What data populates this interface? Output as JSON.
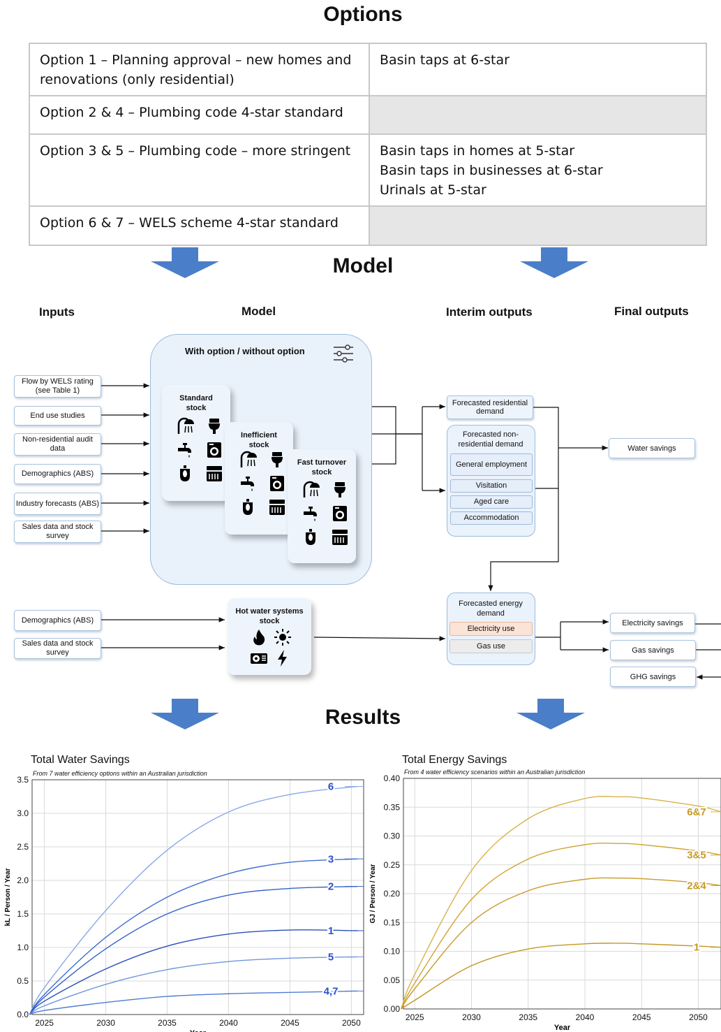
{
  "options": {
    "heading": "Options",
    "rows": [
      {
        "option": "Option 1 – Planning approval – new homes and renovations (only residential)",
        "detail": [
          "Basin taps at 6-star"
        ]
      },
      {
        "option": "Option 2 & 4 – Plumbing code 4-star standard",
        "detail": []
      },
      {
        "option": "Option 3 & 5 – Plumbing code – more stringent",
        "detail": [
          "Basin taps in homes at 5-star",
          "Basin taps in businesses at 6-star",
          "Urinals at 5-star"
        ]
      },
      {
        "option": "Option 6 & 7 – WELS scheme 4-star standard",
        "detail": []
      }
    ]
  },
  "model": {
    "heading": "Model",
    "columns": {
      "inputs": "Inputs",
      "model": "Model",
      "interim": "Interim outputs",
      "final": "Final outputs"
    },
    "panel_title": "With option / without option",
    "inputs": [
      "Flow by WELS rating (see Table 1)",
      "End use studies",
      "Non-residential audit data",
      "Demographics (ABS)",
      "Industry forecasts (ABS)",
      "Sales data and stock survey"
    ],
    "hw_inputs": [
      "Demographics (ABS)",
      "Sales data and stock survey"
    ],
    "stocks": [
      "Standard stock",
      "Inefficient stock",
      "Fast turnover stock"
    ],
    "hot_water_stock": "Hot water systems stock",
    "interim": {
      "residential": "Forecasted residential demand",
      "nonres_title": "Forecasted non-residential demand",
      "nonres_items": [
        "General employment",
        "Visitation",
        "Aged care",
        "Accommodation"
      ],
      "energy_title": "Forecasted energy demand",
      "energy_items": [
        "Electricity use",
        "Gas use"
      ]
    },
    "final": {
      "water": "Water savings",
      "electricity": "Electricity savings",
      "gas": "Gas savings",
      "ghg": "GHG savings"
    },
    "colors": {
      "arrow": "#4a7ec8",
      "electricity_fill": "#fbe3d6",
      "gas_fill": "#ececec"
    }
  },
  "results": {
    "heading": "Results",
    "water_chart": {
      "title": "Total Water Savings",
      "subtitle": "From 7 water efficiency options within an Australian jurisdiction",
      "ylabel": "kL / Person / Year",
      "xlabel": "Year",
      "ylim": [
        0,
        3.5
      ],
      "yticks": [
        "0.0",
        "0.5",
        "1.0",
        "1.5",
        "2.0",
        "2.5",
        "3.0",
        "3.5"
      ],
      "xticks": [
        "2025",
        "2030",
        "2035",
        "2040",
        "2045",
        "2050"
      ]
    },
    "energy_chart": {
      "title": "Total Energy Savings",
      "subtitle": "From 4 water efficiency scenarios within an Australian jurisdiction",
      "ylabel": "GJ / Person / Year",
      "xlabel": "Year",
      "ylim": [
        0,
        0.4
      ],
      "yticks": [
        "0.00",
        "0.05",
        "0.10",
        "0.15",
        "0.20",
        "0.25",
        "0.30",
        "0.35",
        "0.40"
      ],
      "xticks": [
        "2025",
        "2030",
        "2035",
        "2040",
        "2045",
        "2050"
      ]
    }
  },
  "chart_data": [
    {
      "type": "line",
      "title": "Total Water Savings",
      "subtitle": "From 7 water efficiency options within an Australian jurisdiction",
      "xlabel": "Year",
      "ylabel": "kL / Person / Year",
      "xlim": [
        2024,
        2051
      ],
      "ylim": [
        0,
        3.5
      ],
      "grid": true,
      "x": [
        2023.8,
        2025,
        2030,
        2035,
        2040,
        2045,
        2050.5
      ],
      "series": [
        {
          "name": "6",
          "color": "#8aa8e6",
          "values": [
            0,
            0.4,
            1.55,
            2.45,
            3.02,
            3.28,
            3.4
          ]
        },
        {
          "name": "3",
          "color": "#3f6fd0",
          "values": [
            0,
            0.3,
            1.15,
            1.75,
            2.1,
            2.27,
            2.32
          ]
        },
        {
          "name": "2",
          "color": "#3462c8",
          "values": [
            0,
            0.26,
            0.98,
            1.5,
            1.78,
            1.88,
            1.91
          ]
        },
        {
          "name": "1",
          "color": "#2a50b8",
          "values": [
            0,
            0.2,
            0.68,
            1.02,
            1.2,
            1.26,
            1.25
          ]
        },
        {
          "name": "5",
          "color": "#7096dc",
          "values": [
            0,
            0.13,
            0.45,
            0.67,
            0.79,
            0.84,
            0.86
          ]
        },
        {
          "name": "4,7",
          "color": "#4f7bd4",
          "values": [
            0,
            0.06,
            0.18,
            0.27,
            0.31,
            0.33,
            0.35
          ]
        }
      ]
    },
    {
      "type": "line",
      "title": "Total Energy Savings",
      "subtitle": "From 4 water efficiency scenarios within an Australian jurisdiction",
      "xlabel": "Year",
      "ylabel": "GJ / Person / Year",
      "xlim": [
        2024,
        2052
      ],
      "ylim": [
        0,
        0.4
      ],
      "grid": true,
      "x": [
        2023.8,
        2025,
        2030,
        2035,
        2040,
        2043,
        2045,
        2050,
        2052
      ],
      "series": [
        {
          "name": "6&7",
          "color": "#d9b24a",
          "values": [
            0,
            0.06,
            0.24,
            0.33,
            0.365,
            0.368,
            0.366,
            0.352,
            0.342
          ]
        },
        {
          "name": "3&5",
          "color": "#d1a433",
          "values": [
            0,
            0.045,
            0.19,
            0.26,
            0.285,
            0.287,
            0.285,
            0.274,
            0.267
          ]
        },
        {
          "name": "2&4",
          "color": "#c99b2a",
          "values": [
            0,
            0.035,
            0.15,
            0.205,
            0.225,
            0.227,
            0.226,
            0.219,
            0.214
          ]
        },
        {
          "name": "1",
          "color": "#c49725",
          "values": [
            0,
            0.015,
            0.075,
            0.104,
            0.113,
            0.114,
            0.113,
            0.109,
            0.107
          ]
        }
      ]
    }
  ]
}
